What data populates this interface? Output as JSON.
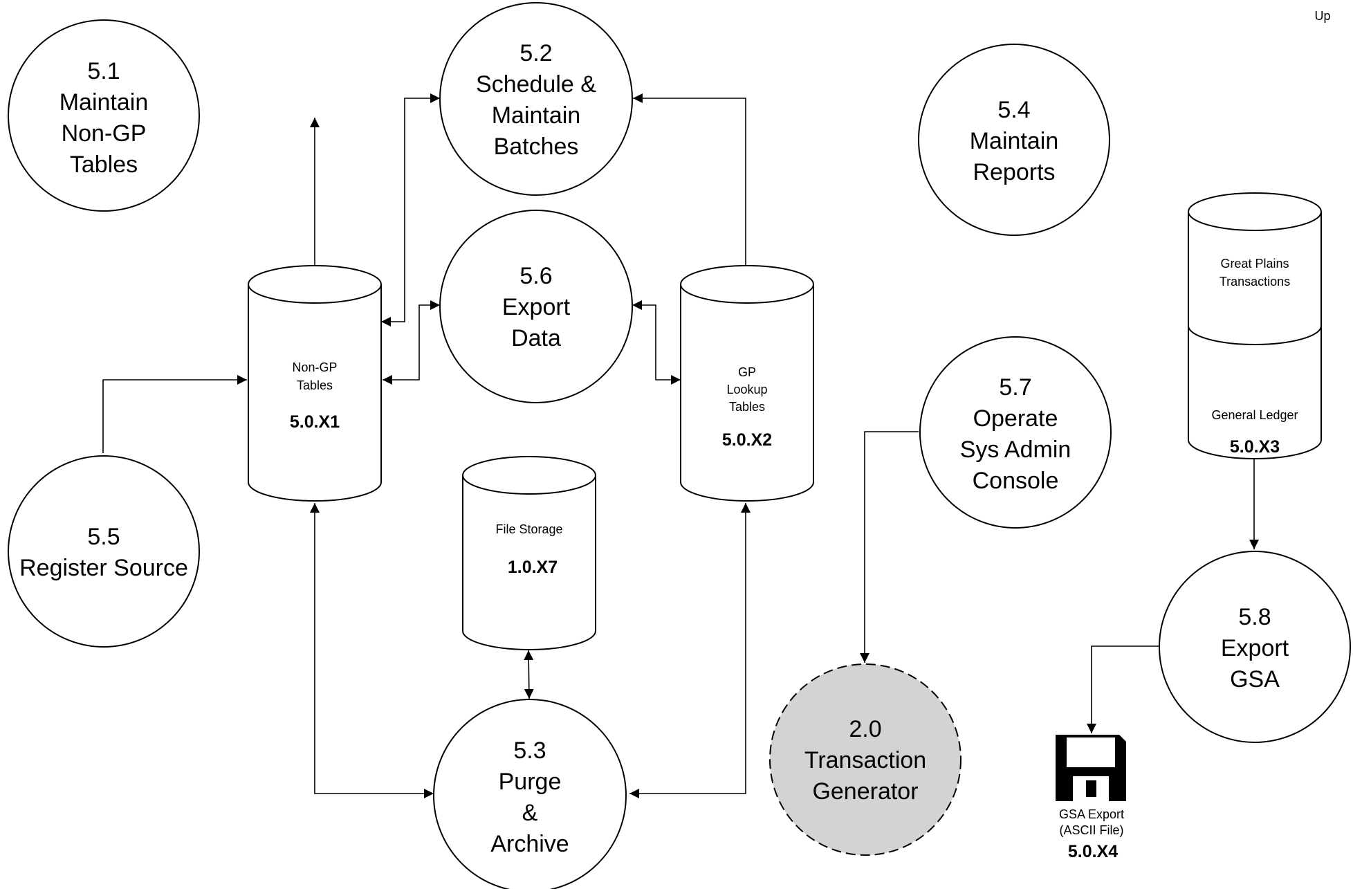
{
  "corner_label": "Up",
  "processes": {
    "p51": [
      "5.1",
      "Maintain",
      "Non-GP",
      "Tables"
    ],
    "p52": [
      "5.2",
      "Schedule &",
      "Maintain",
      "Batches"
    ],
    "p54": [
      "5.4",
      "Maintain",
      "Reports"
    ],
    "p56": [
      "5.6",
      "Export",
      "Data"
    ],
    "p55": [
      "5.5",
      "Register Source"
    ],
    "p57": [
      "5.7",
      "Operate",
      "Sys Admin",
      "Console"
    ],
    "p53": [
      "5.3",
      "Purge",
      "&",
      "Archive"
    ],
    "p58": [
      "5.8",
      "Export",
      "GSA"
    ],
    "p20": [
      "2.0",
      "Transaction",
      "Generator"
    ]
  },
  "stores": {
    "x1": {
      "lines": [
        "Non-GP",
        "Tables"
      ],
      "code": "5.0.X1"
    },
    "x2": {
      "lines": [
        "GP",
        "Lookup",
        "Tables"
      ],
      "code": "5.0.X2"
    },
    "x7": {
      "lines": [
        "File Storage"
      ],
      "code": "1.0.X7"
    },
    "x3": {
      "upper_lines": [
        "Great Plains",
        "Transactions"
      ],
      "lines": [
        "General Ledger"
      ],
      "code": "5.0.X3"
    }
  },
  "file_export": {
    "lines": [
      "GSA Export",
      "(ASCII File)"
    ],
    "code": "5.0.X4",
    "icon": "floppy-disk-icon"
  }
}
